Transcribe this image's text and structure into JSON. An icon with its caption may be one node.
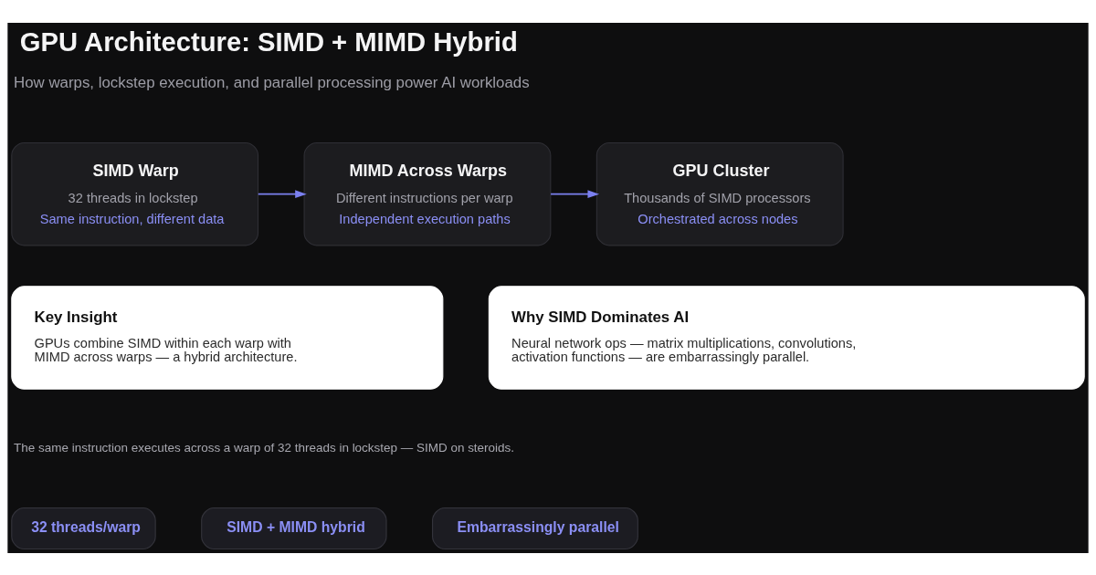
{
  "diagram": {
    "title": "GPU Architecture: SIMD + MIMD Hybrid",
    "nodes": [
      {
        "text": [
          "SIMD Warp",
          "32 threads in lockstep",
          "Same instruction, different data"
        ]
      },
      {
        "text": [
          "MIMD Across Warps",
          "Different instructions per warp",
          "Independent execution paths"
        ]
      },
      {
        "text": [
          "GPU Cluster",
          "Thousands of SIMD processors",
          "Orchestrated across nodes"
        ]
      },
      {
        "text": [
          "Key Insight",
          "GPUs combine SIMD within each warp with MIMD across warps — a hybrid architecture."
        ]
      },
      {
        "text": [
          "Why SIMD Dominates AI",
          "Neural network ops — matrix multiplications, convolutions, activation functions — are embarrassingly parallel."
        ]
      },
      {
        "text": [
          "32 threads/warp"
        ]
      },
      {
        "text": [
          "SIMD + MIMD hybrid"
        ]
      },
      {
        "text": [
          "Embarrassingly parallel"
        ]
      }
    ],
    "edges": [
      {
        "from": 0,
        "to": 1,
        "arrow": "to"
      },
      {
        "from": 1,
        "to": 2,
        "arrow": "to"
      }
    ],
    "labels": [
      "How warps, lockstep execution, and parallel processing power AI workloads",
      "The same instruction executes across a warp of 32 threads in lockstep — SIMD on steroids."
    ]
  }
}
